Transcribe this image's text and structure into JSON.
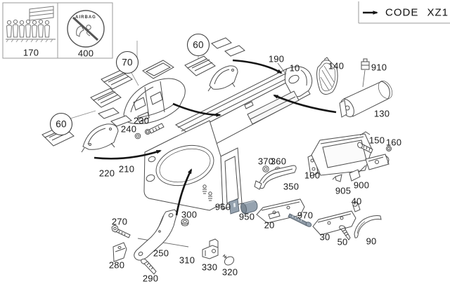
{
  "legend": {
    "flag_box": {
      "label": "170"
    },
    "airbag_box": {
      "label": "400",
      "logo_text": "AIRBAG"
    }
  },
  "code_box": {
    "text": "CODE XZ1"
  },
  "callouts": {
    "c70": "70",
    "c60_top": "60",
    "c60_left": "60"
  },
  "part_labels": {
    "p10": "10",
    "p20": "20",
    "p30": "30",
    "p40": "40",
    "p50": "50",
    "p90": "90",
    "p100": "100",
    "p130": "130",
    "p140": "140",
    "p150": "150",
    "p160": "160",
    "p190": "190",
    "p210": "210",
    "p220": "220",
    "p230": "230",
    "p240": "240",
    "p250": "250",
    "p270": "270",
    "p280": "280",
    "p290": "290",
    "p300": "300",
    "p310": "310",
    "p320": "320",
    "p330": "330",
    "p350": "350",
    "p360": "360",
    "p370": "370",
    "p900": "900",
    "p905": "905",
    "p910": "910",
    "p950": "950",
    "p960": "960",
    "p970": "970"
  },
  "colors": {
    "line_art": "#4d4d4d",
    "label_text": "#1a1a1a",
    "steel_fill": "#96a3b0",
    "steel_stroke": "#5d6873",
    "arrow": "#151515",
    "background": "#ffffff"
  }
}
